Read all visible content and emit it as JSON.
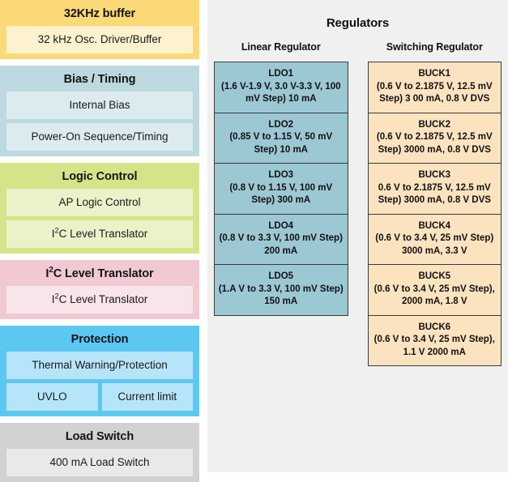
{
  "left_column": {
    "groups": [
      {
        "id": "32khz-buffer",
        "title": "32KHz buffer",
        "theme": "g-yellow",
        "blocks": [
          {
            "label": "32 kHz Osc. Driver/Buffer"
          }
        ]
      },
      {
        "id": "bias-timing",
        "title": "Bias / Timing",
        "theme": "g-teal",
        "blocks": [
          {
            "label": "Internal Bias"
          },
          {
            "label": "Power-On Sequence/Timing"
          }
        ]
      },
      {
        "id": "logic-control",
        "title": "Logic Control",
        "theme": "g-green",
        "blocks": [
          {
            "label": "AP Logic Control"
          },
          {
            "label_html": "I<sup>2</sup>C Level Translator"
          }
        ]
      },
      {
        "id": "i2c-level-translator",
        "title_html": "I<sup>2</sup>C Level Translator",
        "theme": "g-pink",
        "blocks": [
          {
            "label_html": "I<sup>2</sup>C Level Translator"
          }
        ]
      },
      {
        "id": "protection",
        "title": "Protection",
        "theme": "g-blue",
        "blocks": [
          {
            "label": "Thermal Warning/Protection"
          }
        ],
        "block_row": [
          {
            "label": "UVLO"
          },
          {
            "label": "Current limit"
          }
        ]
      },
      {
        "id": "load-switch",
        "title": "Load Switch",
        "theme": "g-gray",
        "blocks": [
          {
            "label": "400 mA Load Switch"
          }
        ]
      }
    ]
  },
  "right_panel": {
    "title": "Regulators",
    "columns": [
      {
        "id": "linear-regulator",
        "heading": "Linear Regulator",
        "theme": "stack-ldo",
        "items": [
          {
            "name": "LDO1",
            "spec": "(1.6 V-1.9 V, 3.0 V-3.3 V, 100 mV Step) 10 mA"
          },
          {
            "name": "LDO2",
            "spec": "(0.85 V to 1.15 V, 50 mV Step) 10 mA"
          },
          {
            "name": "LDO3",
            "spec": "(0.8 V to 1.15 V, 100 mV Step) 300 mA"
          },
          {
            "name": "LDO4",
            "spec": "(0.8 V to 3.3 V, 100 mV Step) 200 mA"
          },
          {
            "name": "LDO5",
            "spec": "(1.A V to 3.3 V, 100 mV Step) 150 mA"
          }
        ]
      },
      {
        "id": "switching-regulator",
        "heading": "Switching Regulator",
        "theme": "stack-buck",
        "items": [
          {
            "name": "BUCK1",
            "spec": "(0.6 V to 2.1875 V, 12.5 mV Step) 3 00 mA, 0.8 V DVS"
          },
          {
            "name": "BUCK2",
            "spec": "(0.6 V to 2.1875 V, 12.5 mV Step) 3000 mA, 0.8 V DVS"
          },
          {
            "name": "BUCK3",
            "spec": "0.6 V to 2.1875 V, 12.5 mV Step) 3000 mA, 0.8 V DVS"
          },
          {
            "name": "BUCK4",
            "spec": "(0.6 V to 3.4 V, 25 mV Step) 3000 mA, 3.3 V"
          },
          {
            "name": "BUCK5",
            "spec": "(0.6 V to 3.4 V, 25 mV Step), 2000 mA, 1.8 V"
          },
          {
            "name": "BUCK6",
            "spec": "(0.6 V to 3.4 V, 25 mV Step), 1.1 V 2000 mA"
          }
        ]
      }
    ]
  },
  "colors": {
    "panel_background": "#f0f0f0",
    "yellow_group": "#fbd977",
    "teal_group": "#bcd9df",
    "green_group": "#d6e489",
    "pink_group": "#f0c9d2",
    "blue_group": "#5cc8f2",
    "gray_group": "#d2d2d2",
    "ldo_box": "#9cc8d4",
    "buck_box": "#fbe3c0",
    "box_border": "#3a3a3a"
  }
}
